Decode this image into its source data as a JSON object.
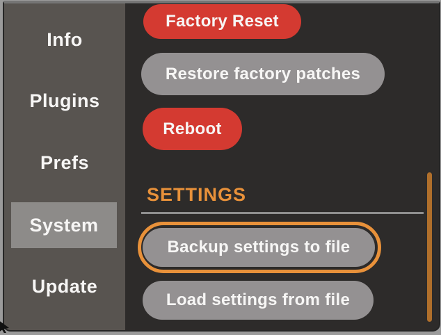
{
  "colors": {
    "page-bg": "#9b9b9b",
    "window-bg": "#2d2b2a",
    "window-border": "#262626",
    "window-top": "#757575",
    "sidebar-bg": "#585450",
    "selected-bg": "#8d8b89",
    "danger": "#d43a31",
    "neutral-btn": "#949192",
    "accent": "#e8913a",
    "scrollbar": "#b06f2b",
    "divider": "#8f8f8f",
    "text": "#f7f6f5"
  },
  "sidebar": {
    "items": [
      {
        "label": "Info",
        "selected": false
      },
      {
        "label": "Plugins",
        "selected": false
      },
      {
        "label": "Prefs",
        "selected": false
      },
      {
        "label": "System",
        "selected": true
      },
      {
        "label": "Update",
        "selected": false
      }
    ]
  },
  "main": {
    "actions": [
      {
        "label": "Factory Reset",
        "style": "danger"
      },
      {
        "label": "Restore factory patches",
        "style": "neutral"
      },
      {
        "label": "Reboot",
        "style": "danger"
      }
    ],
    "settings_section": {
      "title": "SETTINGS",
      "buttons": [
        {
          "label": "Backup settings to file",
          "focused": true
        },
        {
          "label": "Load settings from file",
          "focused": false
        }
      ]
    }
  },
  "icons": {
    "cursor": "arrow-cursor-icon"
  }
}
